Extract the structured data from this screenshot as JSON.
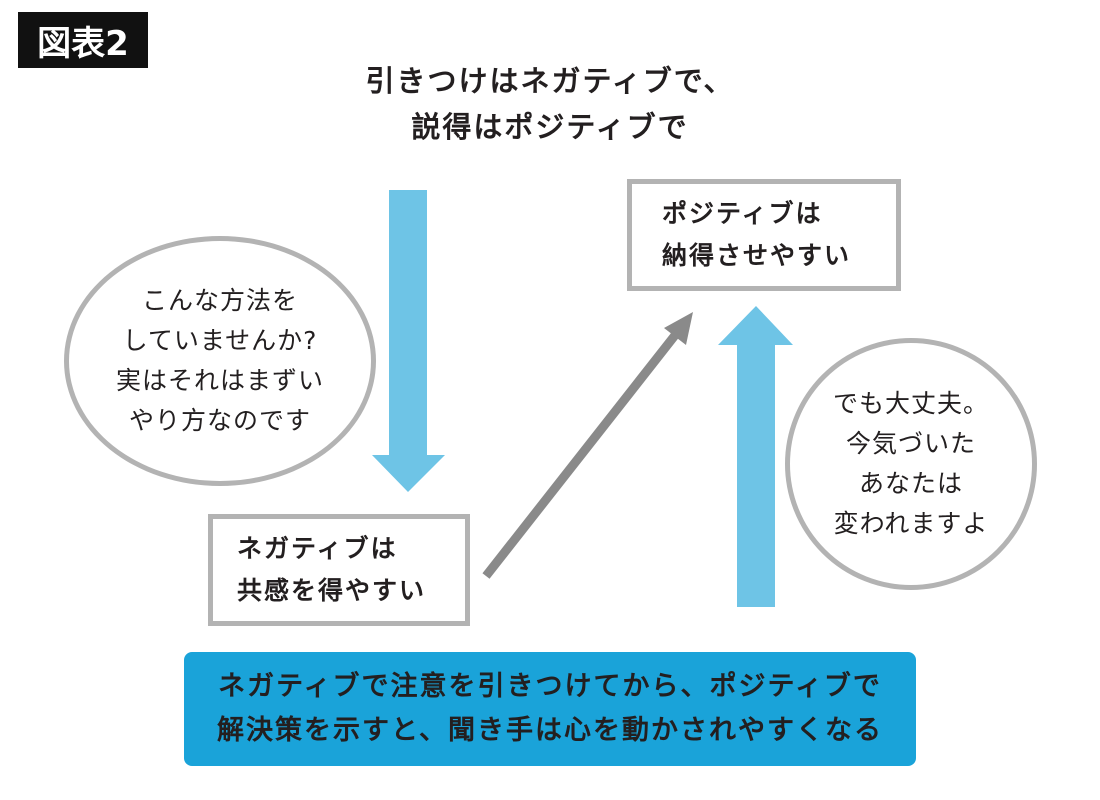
{
  "figure_label": "図表2",
  "headline": [
    "引きつけはネガティブで、",
    "説得はポジティブで"
  ],
  "negative_box": [
    "ネガティブは",
    "共感を得やすい"
  ],
  "positive_box": [
    "ポジティブは",
    "納得させやすい"
  ],
  "left_bubble": [
    "こんな方法を",
    "していませんか?",
    "実はそれはまずい",
    "やり方なのです"
  ],
  "right_bubble": [
    "でも大丈夫。",
    "今気づいた",
    "あなたは",
    "変われますよ"
  ],
  "banner": [
    "ネガティブで注意を引きつけてから、ポジティブで",
    "解決策を示すと、聞き手は心を動かされやすくなる"
  ],
  "colors": {
    "arrow_blue": "#6ec4e6",
    "arrow_gray": "#8a8a8a",
    "banner_blue": "#1aa3d9",
    "border_gray": "#b3b3b3"
  }
}
